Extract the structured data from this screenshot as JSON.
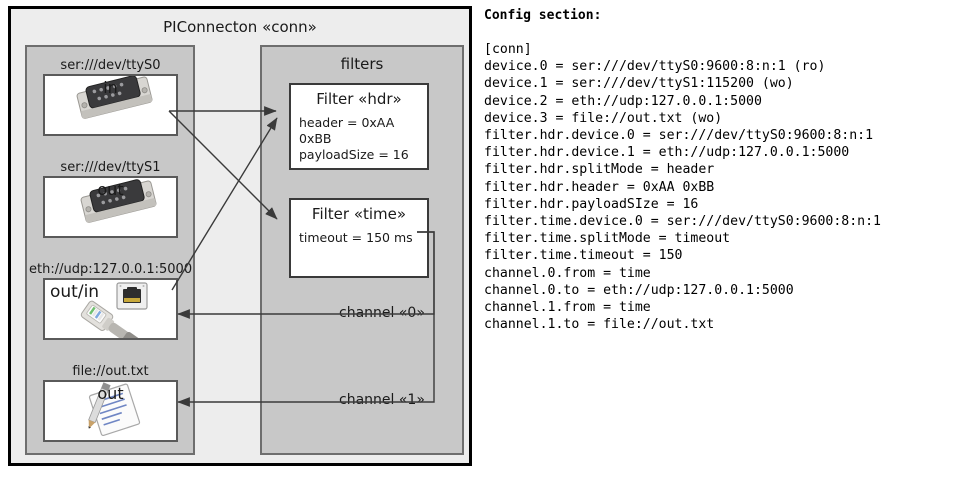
{
  "diagram": {
    "title": "PIConnecton «conn»",
    "filters_group_title": "filters",
    "devices": [
      {
        "label": "ser:///dev/ttyS0",
        "direction": "in",
        "icon": "serial-port-icon"
      },
      {
        "label": "ser:///dev/ttyS1",
        "direction": "out",
        "icon": "serial-port-icon"
      },
      {
        "label": "eth://udp:127.0.0.1:5000",
        "direction": "out/in",
        "icon": "ethernet-plug-icon"
      },
      {
        "label": "file://out.txt",
        "direction": "out",
        "icon": "text-file-icon"
      }
    ],
    "filters": [
      {
        "title": "Filter «hdr»",
        "props": [
          "header = 0xAA 0xBB",
          "payloadSize = 16"
        ]
      },
      {
        "title": "Filter «time»",
        "props": [
          "timeout = 150 ms"
        ]
      }
    ],
    "channels": [
      {
        "label": "channel «0»"
      },
      {
        "label": "channel «1»"
      }
    ]
  },
  "config": {
    "heading": "Config section:",
    "lines": [
      "[conn]",
      "device.0 = ser:///dev/ttyS0:9600:8:n:1 (ro)",
      "device.1 = ser:///dev/ttyS1:115200 (wo)",
      "device.2 = eth://udp:127.0.0.1:5000",
      "device.3 = file://out.txt (wo)",
      "filter.hdr.device.0 = ser:///dev/ttyS0:9600:8:n:1",
      "filter.hdr.device.1 = eth://udp:127.0.0.1:5000",
      "filter.hdr.splitMode = header",
      "filter.hdr.header = 0xAA 0xBB",
      "filter.hdr.payloadSIze = 16",
      "filter.time.device.0 = ser:///dev/ttyS0:9600:8:n:1",
      "filter.time.splitMode = timeout",
      "filter.time.timeout = 150",
      "channel.0.from = time",
      "channel.0.to = eth://udp:127.0.0.1:5000",
      "channel.1.from = time",
      "channel.1.to = file://out.txt"
    ]
  },
  "colors": {
    "page_background": "#ffffff",
    "outer_fill": "#ededed",
    "group_fill": "#c8c8c8",
    "group_border": "#6e6e6e",
    "card_fill": "#ffffff",
    "card_border": "#5a5a5a",
    "outer_border": "#000000",
    "text": "#1a1a1a",
    "connector": "#3a3a3a"
  }
}
